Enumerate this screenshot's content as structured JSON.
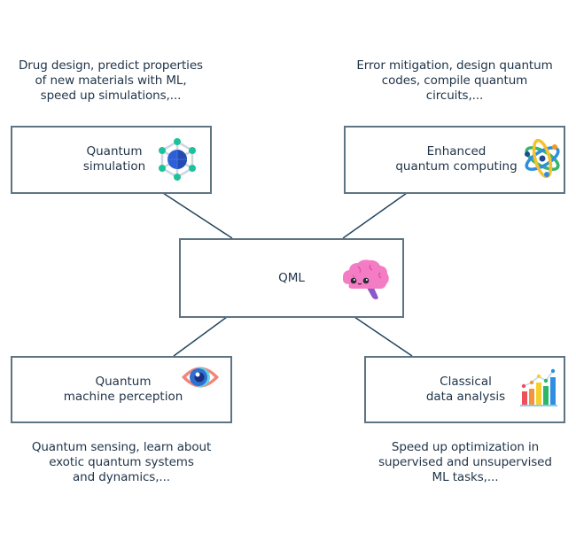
{
  "diagram": {
    "center": {
      "label": "QML",
      "icon": "brain-icon"
    },
    "nodes": [
      {
        "id": "quantum-simulation",
        "label": "Quantum\nsimulation",
        "icon": "molecule-globe-icon",
        "description": "Drug design, predict properties\nof new materials with ML,\nspeed up simulations,..."
      },
      {
        "id": "enhanced-quantum-computing",
        "label": "Enhanced\nquantum computing",
        "icon": "atom-icon",
        "description": "Error mitigation, design quantum\ncodes, compile quantum\ncircuits,..."
      },
      {
        "id": "quantum-machine-perception",
        "label": "Quantum\nmachine perception",
        "icon": "eye-icon",
        "description": "Quantum sensing, learn about\nexotic quantum systems\nand dynamics,..."
      },
      {
        "id": "classical-data-analysis",
        "label": "Classical\ndata analysis",
        "icon": "bar-chart-icon",
        "description": "Speed up optimization in\nsupervised and unsupervised\nML tasks,..."
      }
    ],
    "edges": [
      {
        "from": "quantum-simulation",
        "to": "QML"
      },
      {
        "from": "enhanced-quantum-computing",
        "to": "QML"
      },
      {
        "from": "QML",
        "to": "quantum-machine-perception"
      },
      {
        "from": "QML",
        "to": "classical-data-analysis"
      }
    ],
    "colors": {
      "border": "#5f7482",
      "line": "#24455e",
      "text": "#1f3347"
    }
  }
}
